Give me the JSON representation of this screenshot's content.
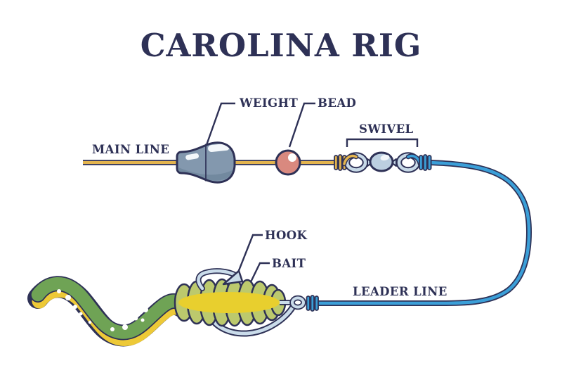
{
  "title": "CAROLINA RIG",
  "labels": {
    "main_line": "MAIN LINE",
    "weight": "WEIGHT",
    "bead": "BEAD",
    "swivel": "SWIVEL",
    "hook": "HOOK",
    "bait": "BAIT",
    "leader_line": "LEADER LINE"
  },
  "colors": {
    "ink": "#2e3156",
    "main_line": "#e3b44e",
    "leader_line": "#3b9fd8",
    "bead": "#d9897f",
    "weight_body": "#8398ae",
    "weight_shadow": "#72899f",
    "metal": "#c7d9e7",
    "swivel_barrel": "#bccfe0",
    "bait_ribs": "#bcc96d",
    "bait_band": "#e8cf2e",
    "tail_green": "#6fa355",
    "tail_edge": "#edc937",
    "highlight": "#ffffff"
  }
}
